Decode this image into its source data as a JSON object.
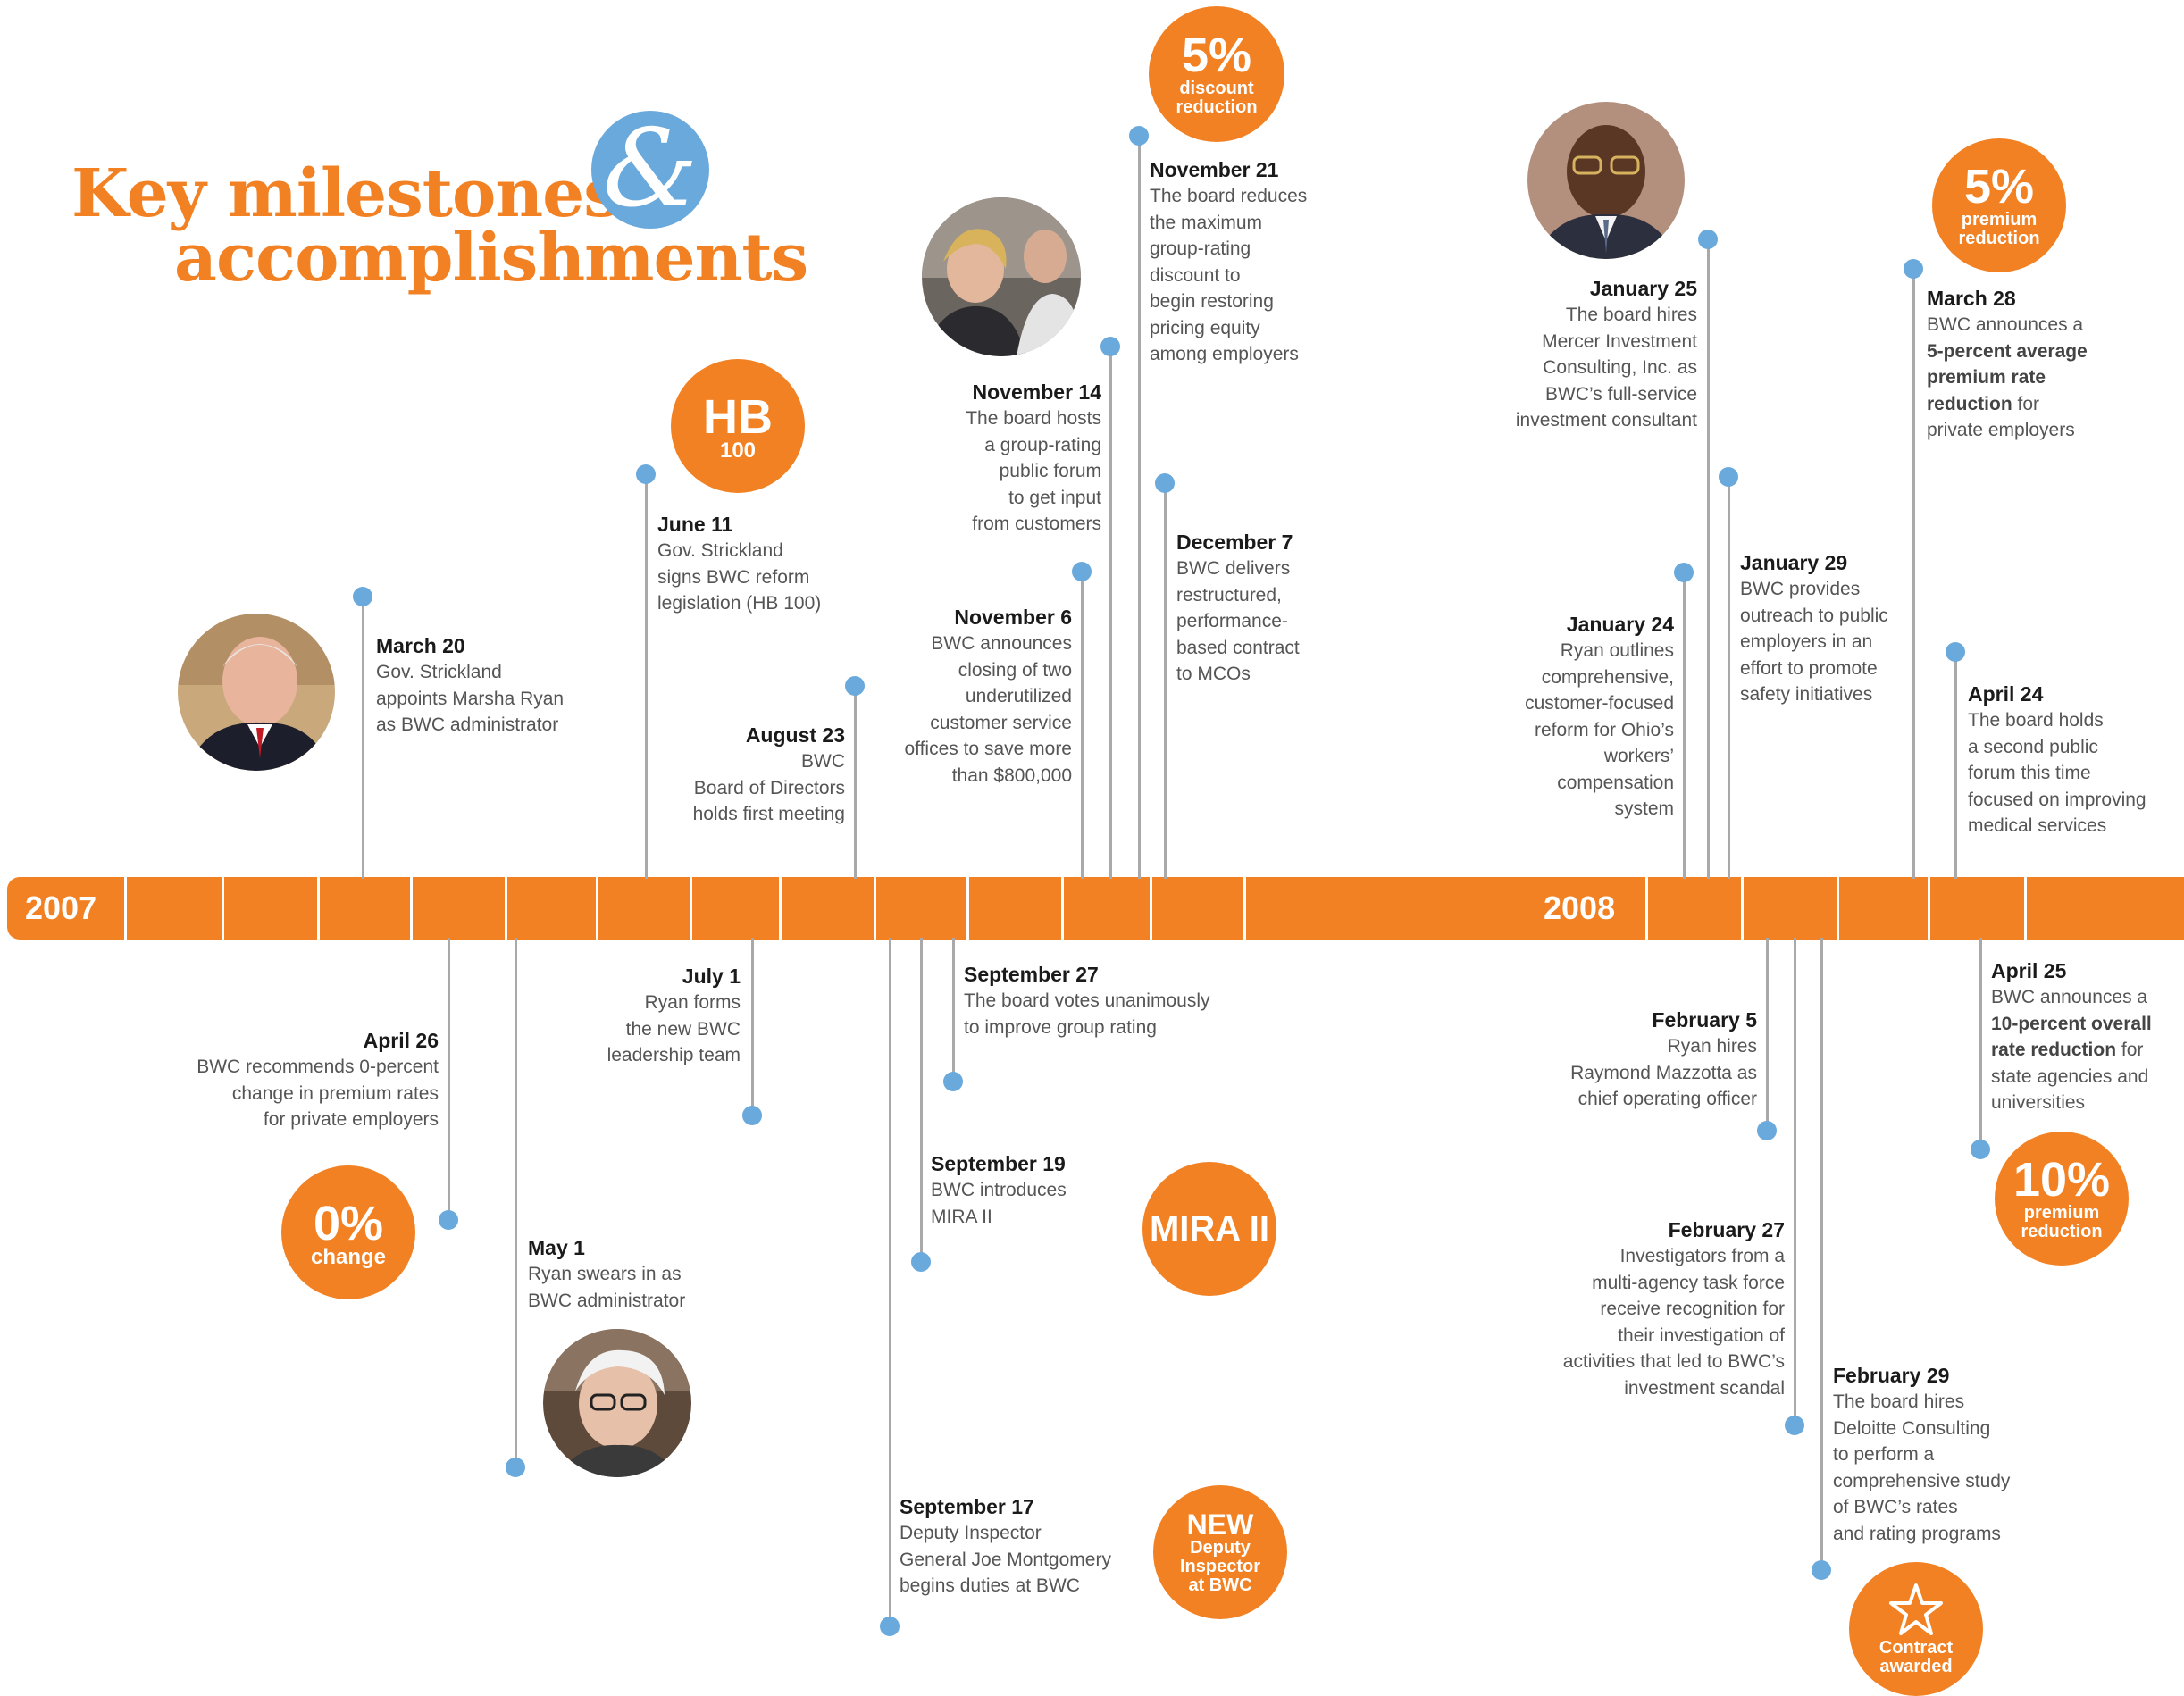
{
  "title": {
    "line1": "Key milestones",
    "amp": "&",
    "line2": "accomplishments"
  },
  "years": [
    "2007",
    "2008"
  ],
  "events": {
    "mar20": {
      "date": "March 20",
      "lines": [
        "Gov. Strickland",
        "appoints Marsha Ryan",
        "as BWC administrator"
      ]
    },
    "apr26": {
      "date": "April 26",
      "lines": [
        "BWC recommends 0-percent",
        "change in premium rates",
        "for private employers"
      ]
    },
    "may1": {
      "date": "May 1",
      "lines": [
        "Ryan swears in as",
        "BWC administrator"
      ]
    },
    "jun11": {
      "date": "June 11",
      "lines": [
        "Gov. Strickland",
        "signs BWC reform",
        "legislation (HB 100)"
      ]
    },
    "jul1": {
      "date": "July 1",
      "lines": [
        "Ryan forms",
        "the new BWC",
        "leadership team"
      ]
    },
    "aug23": {
      "date": "August 23",
      "lines": [
        "BWC",
        "Board of Directors",
        "holds first meeting"
      ]
    },
    "sep17": {
      "date": "September 17",
      "lines": [
        "Deputy Inspector",
        "General Joe Montgomery",
        "begins duties at BWC"
      ]
    },
    "sep19": {
      "date": "September 19",
      "lines": [
        "BWC introduces",
        "MIRA II"
      ]
    },
    "sep27": {
      "date": "September 27",
      "lines": [
        "The board votes unanimously",
        "to improve group rating"
      ]
    },
    "nov6": {
      "date": "November 6",
      "lines": [
        "BWC announces",
        "closing of two",
        "underutilized",
        "customer service",
        "offices to save more",
        "than $800,000"
      ]
    },
    "nov14": {
      "date": "November 14",
      "lines": [
        "The board hosts",
        "a group-rating",
        "public forum",
        "to get input",
        "from customers"
      ]
    },
    "nov21": {
      "date": "November 21",
      "lines": [
        "The board reduces",
        "the maximum",
        "group-rating",
        "discount to",
        "begin restoring",
        "pricing equity",
        "among employers"
      ]
    },
    "dec7": {
      "date": "December 7",
      "lines": [
        "BWC delivers",
        "restructured,",
        "performance-",
        "based contract",
        "to MCOs"
      ]
    },
    "jan24": {
      "date": "January 24",
      "lines": [
        "Ryan outlines",
        "comprehensive,",
        "customer-focused",
        "reform for Ohio’s",
        "workers’",
        "compensation",
        "system"
      ]
    },
    "jan25": {
      "date": "January 25",
      "lines": [
        "The board hires",
        "Mercer Investment",
        "Consulting, Inc. as",
        "BWC’s full-service",
        "investment consultant"
      ]
    },
    "jan29": {
      "date": "January 29",
      "lines": [
        "BWC provides",
        "outreach to public",
        "employers in an",
        "effort to promote",
        "safety initiatives"
      ]
    },
    "feb5": {
      "date": "February 5",
      "lines": [
        "Ryan hires",
        "Raymond Mazzotta as",
        "chief operating officer"
      ]
    },
    "feb27": {
      "date": "February 27",
      "lines": [
        "Investigators from a",
        "multi-agency task force",
        "receive recognition for",
        "their investigation of",
        "activities that led to BWC’s",
        "investment scandal"
      ]
    },
    "feb29": {
      "date": "February 29",
      "lines": [
        "The board hires",
        "Deloitte Consulting",
        "to perform a",
        "comprehensive study",
        "of BWC’s rates",
        "and rating programs"
      ]
    },
    "mar28": {
      "date": "March 28",
      "lines": [
        "BWC announces a",
        "5-percent average",
        "premium rate",
        "reduction for",
        "private employers"
      ]
    },
    "apr24": {
      "date": "April 24",
      "lines": [
        "The board holds",
        "a second public",
        "forum this time",
        "focused on improving",
        "medical services"
      ]
    },
    "apr25": {
      "date": "April 25",
      "lines": [
        "BWC announces a",
        "10-percent overall",
        "rate reduction for",
        "state agencies and",
        "universities"
      ]
    }
  },
  "badges": {
    "zero": {
      "big": "0%",
      "small": "change"
    },
    "hb": {
      "big": "HB",
      "small": "100"
    },
    "mira": {
      "big": "MIRA II"
    },
    "newdig": {
      "big": "NEW",
      "l1": "Deputy",
      "l2": "Inspector",
      "l3": "at BWC"
    },
    "disc": {
      "big": "5%",
      "l1": "discount",
      "l2": "reduction"
    },
    "prem5": {
      "big": "5%",
      "l1": "premium",
      "l2": "reduction"
    },
    "prem10": {
      "big": "10%",
      "l1": "premium",
      "l2": "reduction"
    },
    "contract": {
      "l1": "Contract",
      "l2": "awarded",
      "icon": "star-icon"
    }
  },
  "colors": {
    "orange": "#f28123",
    "blue_dot": "#6aa9dc",
    "stem": "#a9a9a9"
  }
}
